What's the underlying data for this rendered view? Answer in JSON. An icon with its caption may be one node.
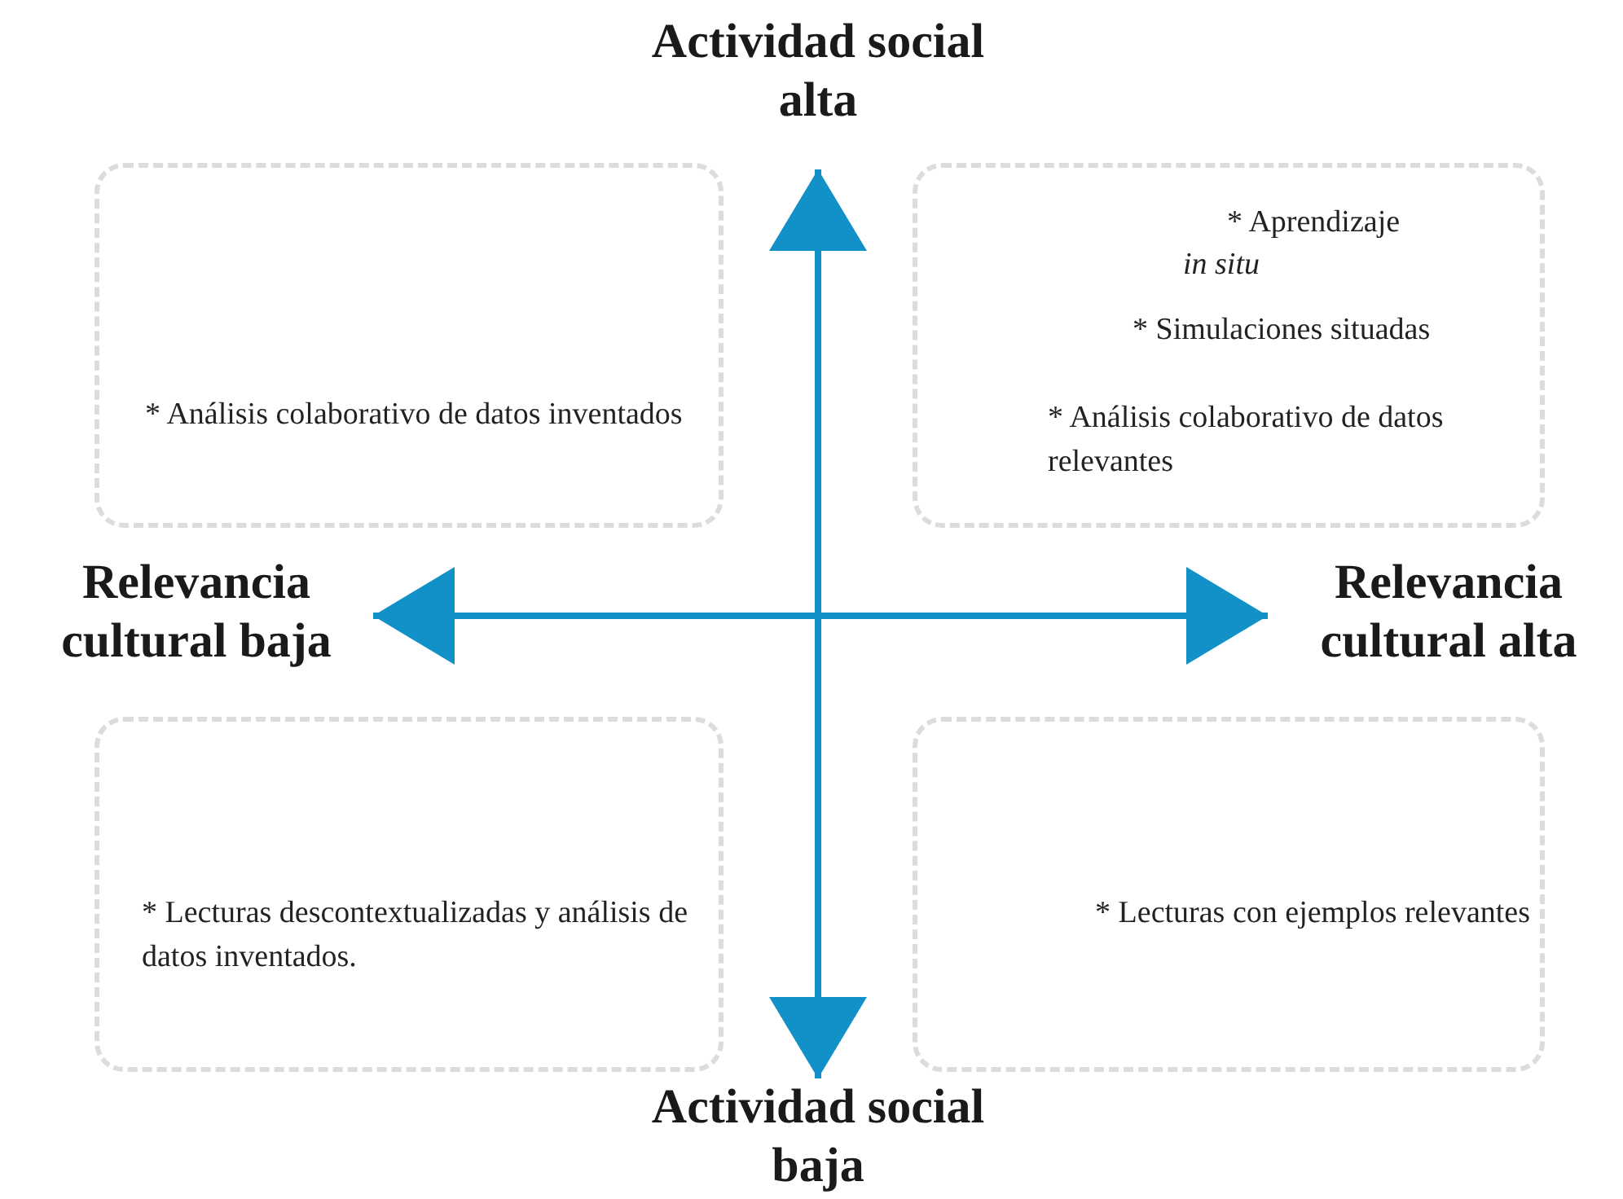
{
  "diagram": {
    "nodes": [
      {
        "text": [
          "Actividad social alta"
        ]
      },
      {
        "text": [
          "* Análisis colaborativo de datos inventados"
        ]
      },
      {
        "text": [
          "* Aprendizaje",
          "in situ",
          "* Simulaciones situadas",
          "* Análisis colaborativo de datos relevantes"
        ]
      },
      {
        "text": [
          "Relevancia cultural baja"
        ]
      },
      {
        "text": [
          "Relevancia cultural alta"
        ]
      },
      {
        "text": [
          "* Lecturas descontextualizadas y análisis de datos inventados."
        ]
      },
      {
        "text": [
          "* Lecturas con ejemplos relevantes"
        ]
      },
      {
        "text": [
          "Actividad social baja"
        ]
      }
    ],
    "edges": [
      {
        "from": 7,
        "to": 0,
        "arrow": "both"
      },
      {
        "from": 3,
        "to": 4,
        "arrow": "both"
      }
    ]
  }
}
